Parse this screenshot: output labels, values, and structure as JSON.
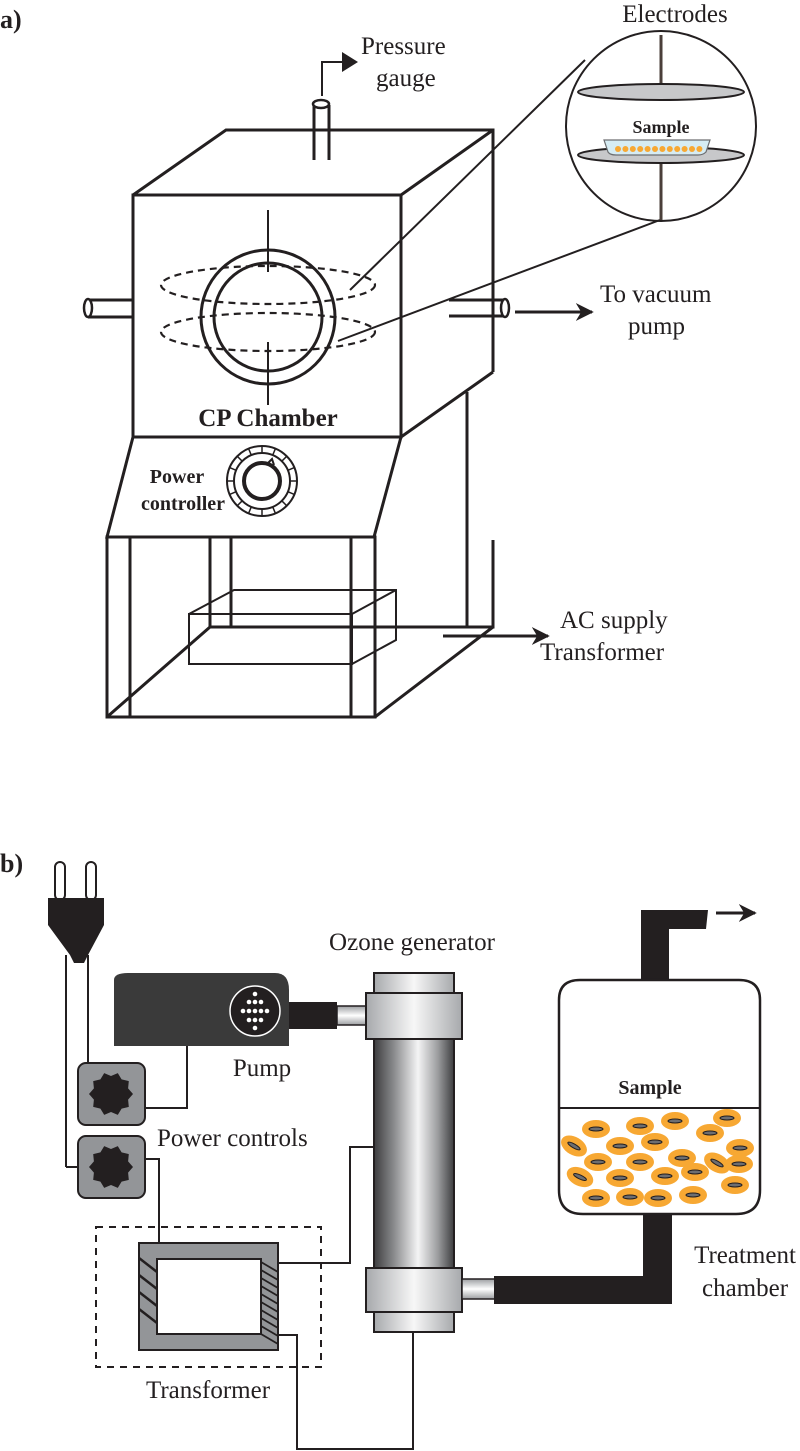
{
  "panel_a": {
    "tag": "a)",
    "labels": {
      "pressure_gauge_line1": "Pressure",
      "pressure_gauge_line2": "gauge",
      "electrodes": "Electrodes",
      "sample": "Sample",
      "to_vacuum_line1": "To vacuum",
      "to_vacuum_line2": "pump",
      "cp_chamber": "CP Chamber",
      "power_controller_line1": "Power",
      "power_controller_line2": "controller",
      "ac_supply_line1": "AC supply",
      "ac_supply_line2": "Transformer"
    }
  },
  "panel_b": {
    "tag": "b)",
    "labels": {
      "ozone_generator": "Ozone generator",
      "pump": "Pump",
      "power_controls": "Power controls",
      "transformer": "Transformer",
      "sample": "Sample",
      "treatment_line1": "Treatment",
      "treatment_line2": "chamber"
    }
  },
  "colors": {
    "ink": "#231f20",
    "electrode_gray": "#c7c8ca",
    "dish_blue": "#d6ecf3",
    "sample_orange": "#f7a833",
    "pump_body": "#3a3a3a",
    "control_gray": "#939598",
    "metal_dark": "#4d4d4f",
    "metal_light": "#f1f1f2"
  }
}
